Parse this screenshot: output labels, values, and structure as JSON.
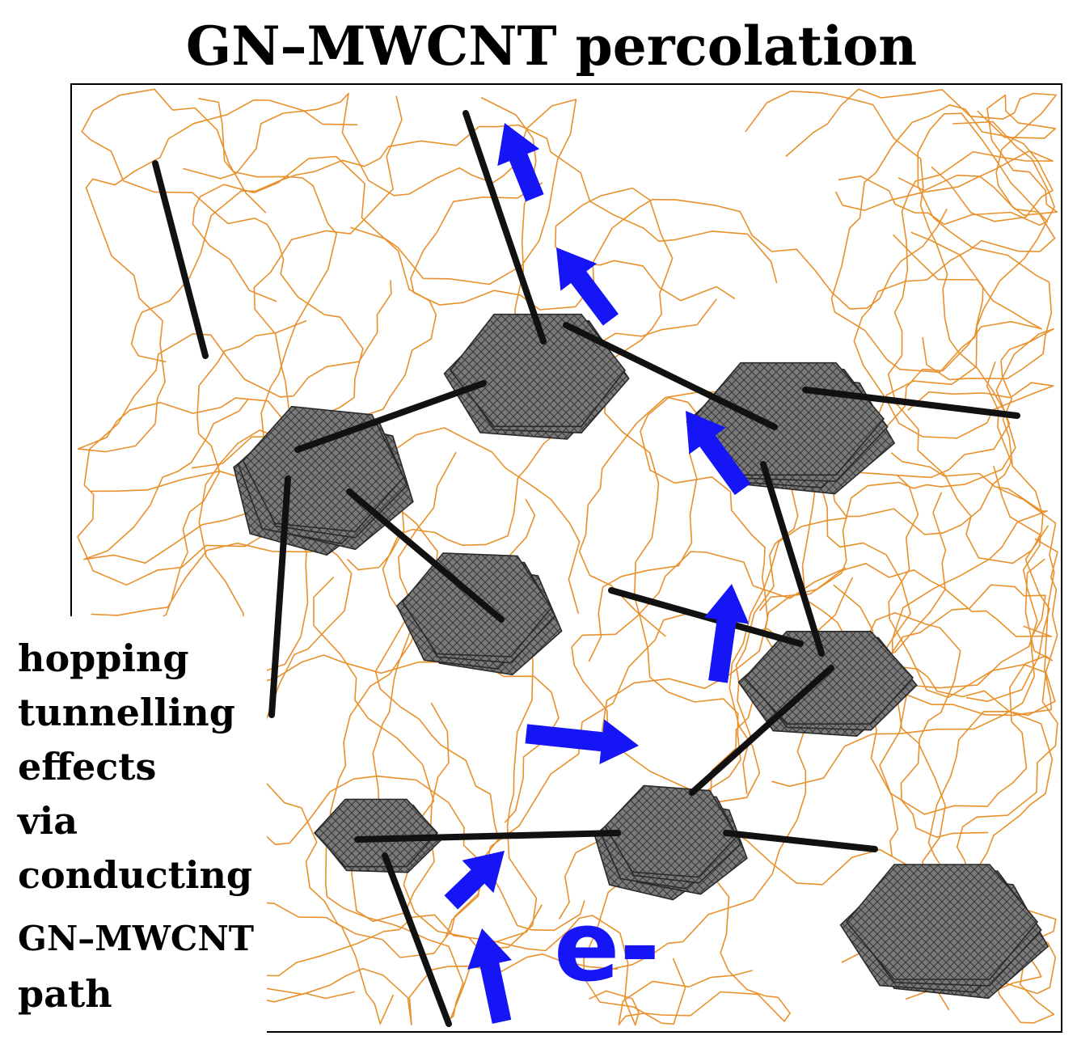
{
  "title": "GN–MWCNT percolation",
  "caption": [
    "hopping",
    "tunnelling",
    "effects",
    "via",
    "conducting",
    "GN–MWCNT",
    "path"
  ],
  "electron_label": "e-",
  "colors": {
    "polymer": "#e8912c",
    "hexagon_fill": "#7a7a7a",
    "hexagon_hatch": "#3a3a3a",
    "nanotube": "#111111",
    "arrow": "#1515f5"
  }
}
